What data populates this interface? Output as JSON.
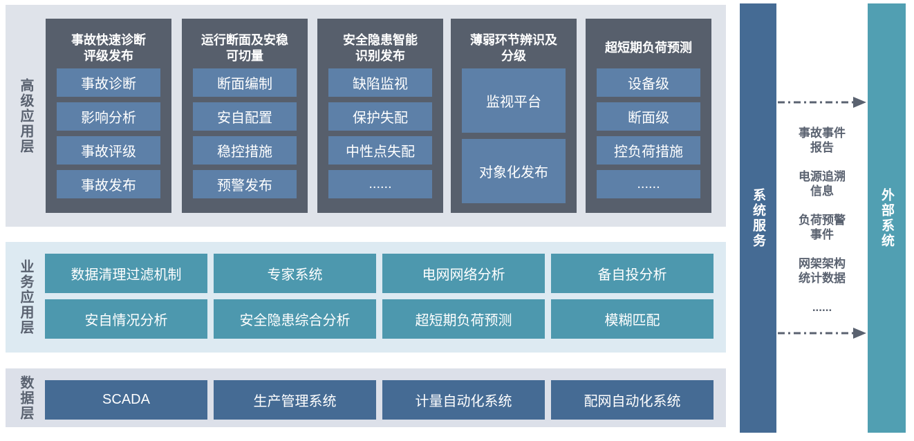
{
  "advanced_layer": {
    "label": "高级应用层",
    "columns": [
      {
        "title_lines": [
          "事故快速诊断",
          "评级发布"
        ],
        "items": [
          "事故诊断",
          "影响分析",
          "事故评级",
          "事故发布"
        ]
      },
      {
        "title_lines": [
          "运行断面及安稳",
          "可切量"
        ],
        "items": [
          "断面编制",
          "安自配置",
          "稳控措施",
          "预警发布"
        ]
      },
      {
        "title_lines": [
          "安全隐患智能",
          "识别发布"
        ],
        "items": [
          "缺陷监视",
          "保护失配",
          "中性点失配",
          "......"
        ]
      },
      {
        "title_lines": [
          "薄弱环节辨识及",
          "分级"
        ],
        "items": [
          "监视平台",
          "对象化发布"
        ],
        "tall_items": true
      },
      {
        "title_lines": [
          "超短期负荷预测"
        ],
        "items": [
          "设备级",
          "断面级",
          "控负荷措施",
          "......"
        ]
      }
    ]
  },
  "business_layer": {
    "label": "业务应用层",
    "items": [
      "数据清理过滤机制",
      "专家系统",
      "电网网络分析",
      "备自投分析",
      "安自情况分析",
      "安全隐患综合分析",
      "超短期负荷预测",
      "模糊匹配"
    ]
  },
  "data_layer": {
    "label": "数据层",
    "items": [
      "SCADA",
      "生产管理系统",
      "计量自动化系统",
      "配网自动化系统"
    ]
  },
  "right_panel": {
    "system_service_label": "系统服务",
    "external_system_label": "外部系统",
    "exchange_items": [
      [
        "事故事件",
        "报告"
      ],
      [
        "电源追溯",
        "信息"
      ],
      [
        "负荷预警",
        "事件"
      ],
      [
        "网架架构",
        "统计数据"
      ],
      [
        "......"
      ]
    ]
  },
  "colors": {
    "panel_top_bg": "#dfe3ea",
    "panel_middle_bg": "#ddeaf2",
    "panel_bottom_bg": "#dce0e9",
    "column_bg": "#575f6c",
    "steel_button": "#5d80a8",
    "teal_button": "#4d98ae",
    "dark_blue_button": "#456b94",
    "system_bar": "#456b94",
    "external_bar": "#519fb2",
    "label_text": "#5a6270",
    "arrow": "#5a6270"
  }
}
